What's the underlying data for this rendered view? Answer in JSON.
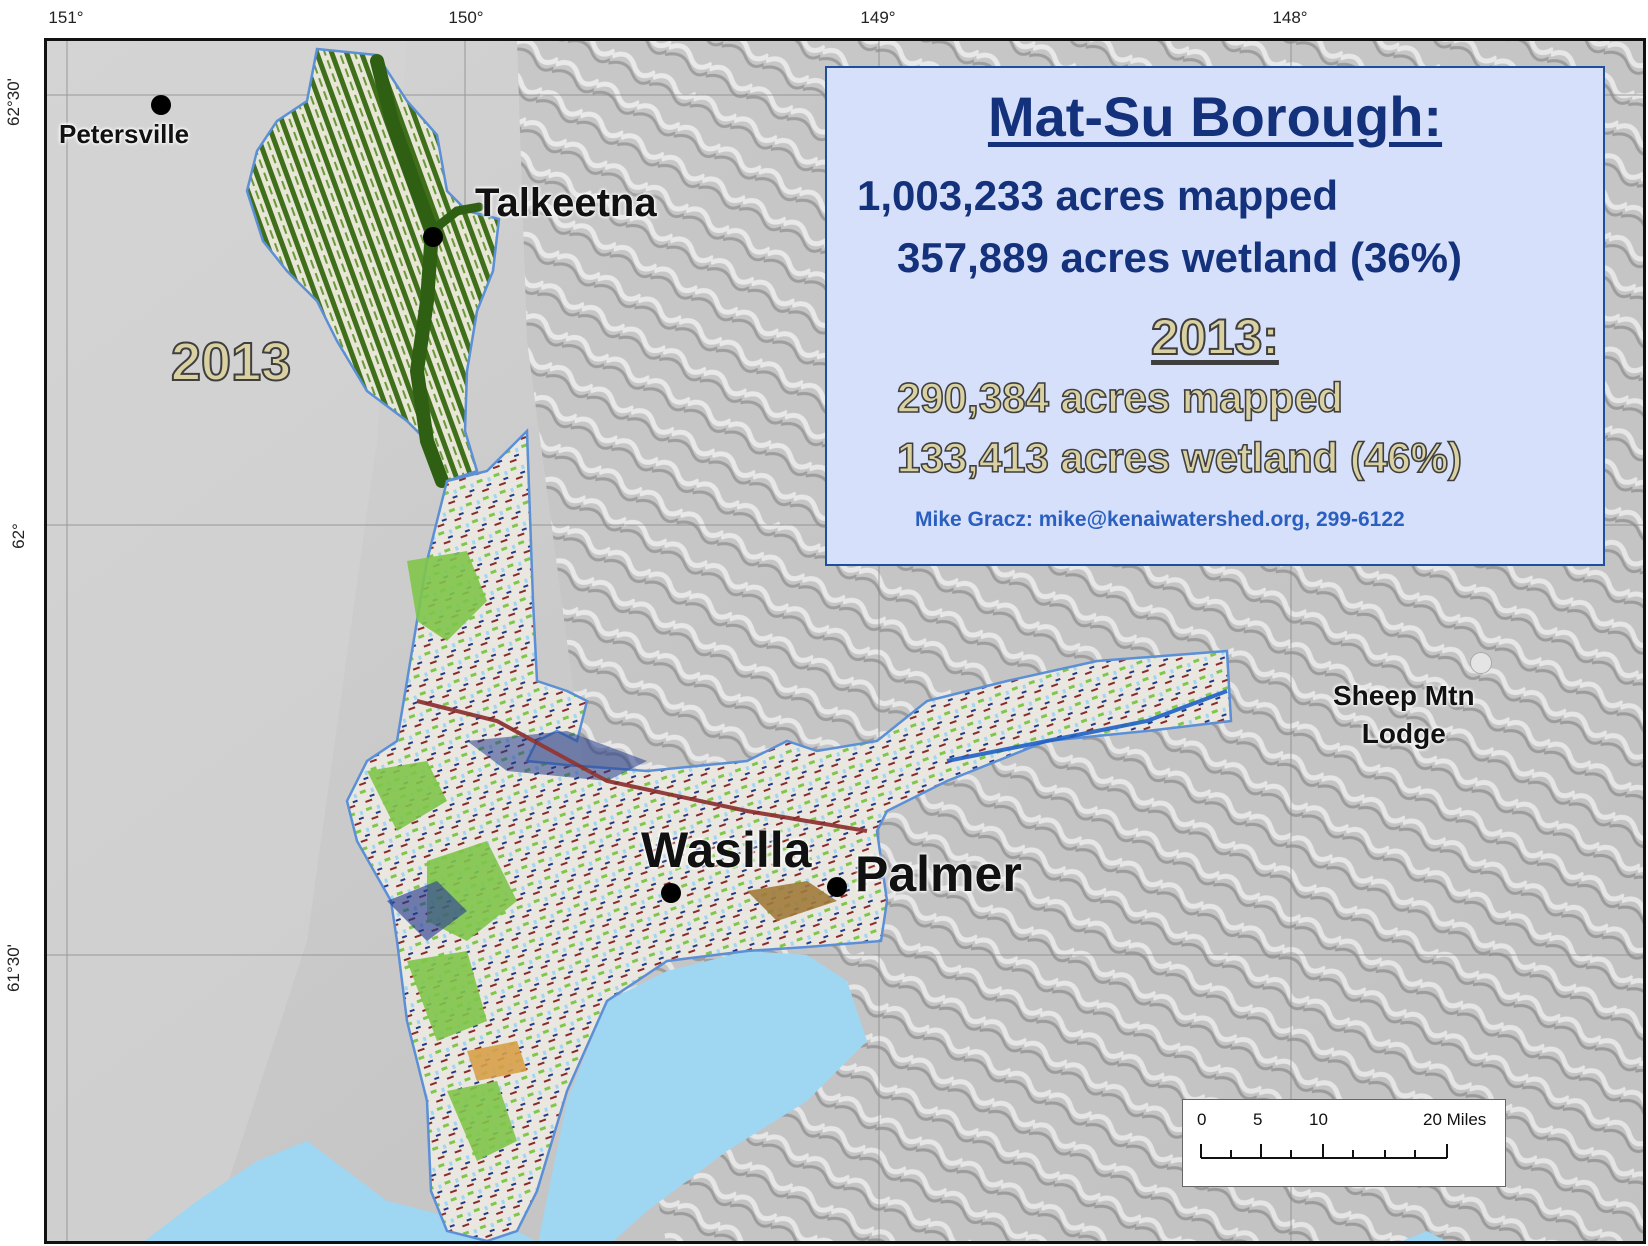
{
  "map": {
    "longitude_labels": [
      "151°",
      "150°",
      "149°",
      "148°"
    ],
    "latitude_labels": [
      "62°30'",
      "62°",
      "61°30'"
    ],
    "region_year_label": "2013",
    "colors": {
      "hillshade": "#cfcfcf",
      "water": "#9fd6f2",
      "wetland_2013": "#3f6f1a",
      "mapped_area": "#e9e7e0",
      "boundary": "#5b8fd6",
      "wetland_green": "#7fc64a",
      "wetland_navy": "#233a8a",
      "wetland_red": "#8a2a2a"
    }
  },
  "towns": [
    {
      "name": "Petersville",
      "marker": "filled"
    },
    {
      "name": "Talkeetna",
      "marker": "filled"
    },
    {
      "name": "Wasilla",
      "marker": "filled"
    },
    {
      "name": "Palmer",
      "marker": "filled"
    },
    {
      "name": "Sheep Mtn\nLodge",
      "line1": "Sheep Mtn",
      "line2": "Lodge",
      "marker": "hollow"
    }
  ],
  "info": {
    "title": "Mat-Su Borough:",
    "total_mapped": "1,003,233 acres mapped",
    "total_wetland": "357,889 acres wetland (36%)",
    "year": "2013:",
    "year_mapped": "290,384 acres mapped",
    "year_wetland": "133,413 acres wetland (46%)",
    "contact": "Mike Gracz: mike@kenaiwatershed.org, 299-6122"
  },
  "scale_bar": {
    "labels": [
      "0",
      "5",
      "10",
      "20 Miles"
    ]
  }
}
